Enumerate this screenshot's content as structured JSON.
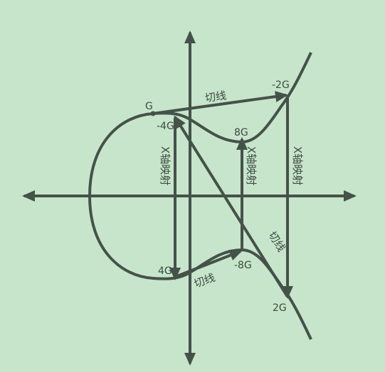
{
  "diagram": {
    "colors": {
      "background": "#c6e5cb",
      "ink": "#45524a",
      "text": "#3d4a41"
    },
    "points": {
      "g": "G",
      "neg_2g": "-2G",
      "neg_4g": "-4G",
      "p_8g": "8G",
      "p_4g": "4G",
      "neg_8g": "-8G",
      "p_2g": "2G"
    },
    "edges": {
      "tangent_top": "切线",
      "tangent_bottom": "切线",
      "tangent_diag": "切线",
      "xmap_left": "X轴映射",
      "xmap_mid": "X轴映射",
      "xmap_right": "X轴映射"
    }
  }
}
